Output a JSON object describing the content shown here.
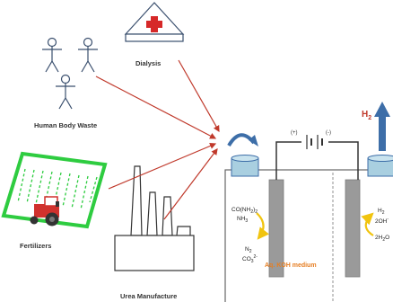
{
  "sources": {
    "human_body_waste": "Human Body Waste",
    "dialysis": "Dialysis",
    "fertilizers": "Fertilizers",
    "urea_manufacture": "Urea Manufacture"
  },
  "cell": {
    "battery_plus": "(+)",
    "battery_minus": "(-)",
    "h2_label": "H",
    "h2_sub": "2",
    "medium_label": "Aq. KOH medium"
  },
  "anode": {
    "reactant_urea": "CO(NH",
    "reactant_urea_sub": "2",
    "reactant_urea_end": ")",
    "reactant_urea_sub2": "2",
    "reactant_nh3": "NH",
    "reactant_nh3_sub": "3",
    "product_n2": "N",
    "product_n2_sub": "2",
    "product_co3": "CO",
    "product_co3_sub": "3",
    "product_co3_sup": "2-"
  },
  "cathode": {
    "product_h2": "H",
    "product_h2_sub": "2",
    "product_oh": "2OH",
    "product_oh_sup": "-",
    "reactant_h2o": "2H",
    "reactant_h2o_sub": "2",
    "reactant_h2o_end": "O"
  },
  "colors": {
    "arrow_red": "#c0392b",
    "field_green": "#2ecc40",
    "tractor_red": "#d0312d",
    "electrode_gray": "#9a9a9a",
    "cap_blue": "#a9cfe0",
    "h2_arrow_blue": "#3d6ea8",
    "curve_yellow": "#f1c40f",
    "medium_orange": "#e67e22",
    "cross_red": "#d62828"
  },
  "icons": [
    "stick-figure-icon",
    "medical-cross-icon",
    "field-icon",
    "tractor-icon",
    "factory-icon",
    "rotate-arrow-icon",
    "battery-icon"
  ]
}
